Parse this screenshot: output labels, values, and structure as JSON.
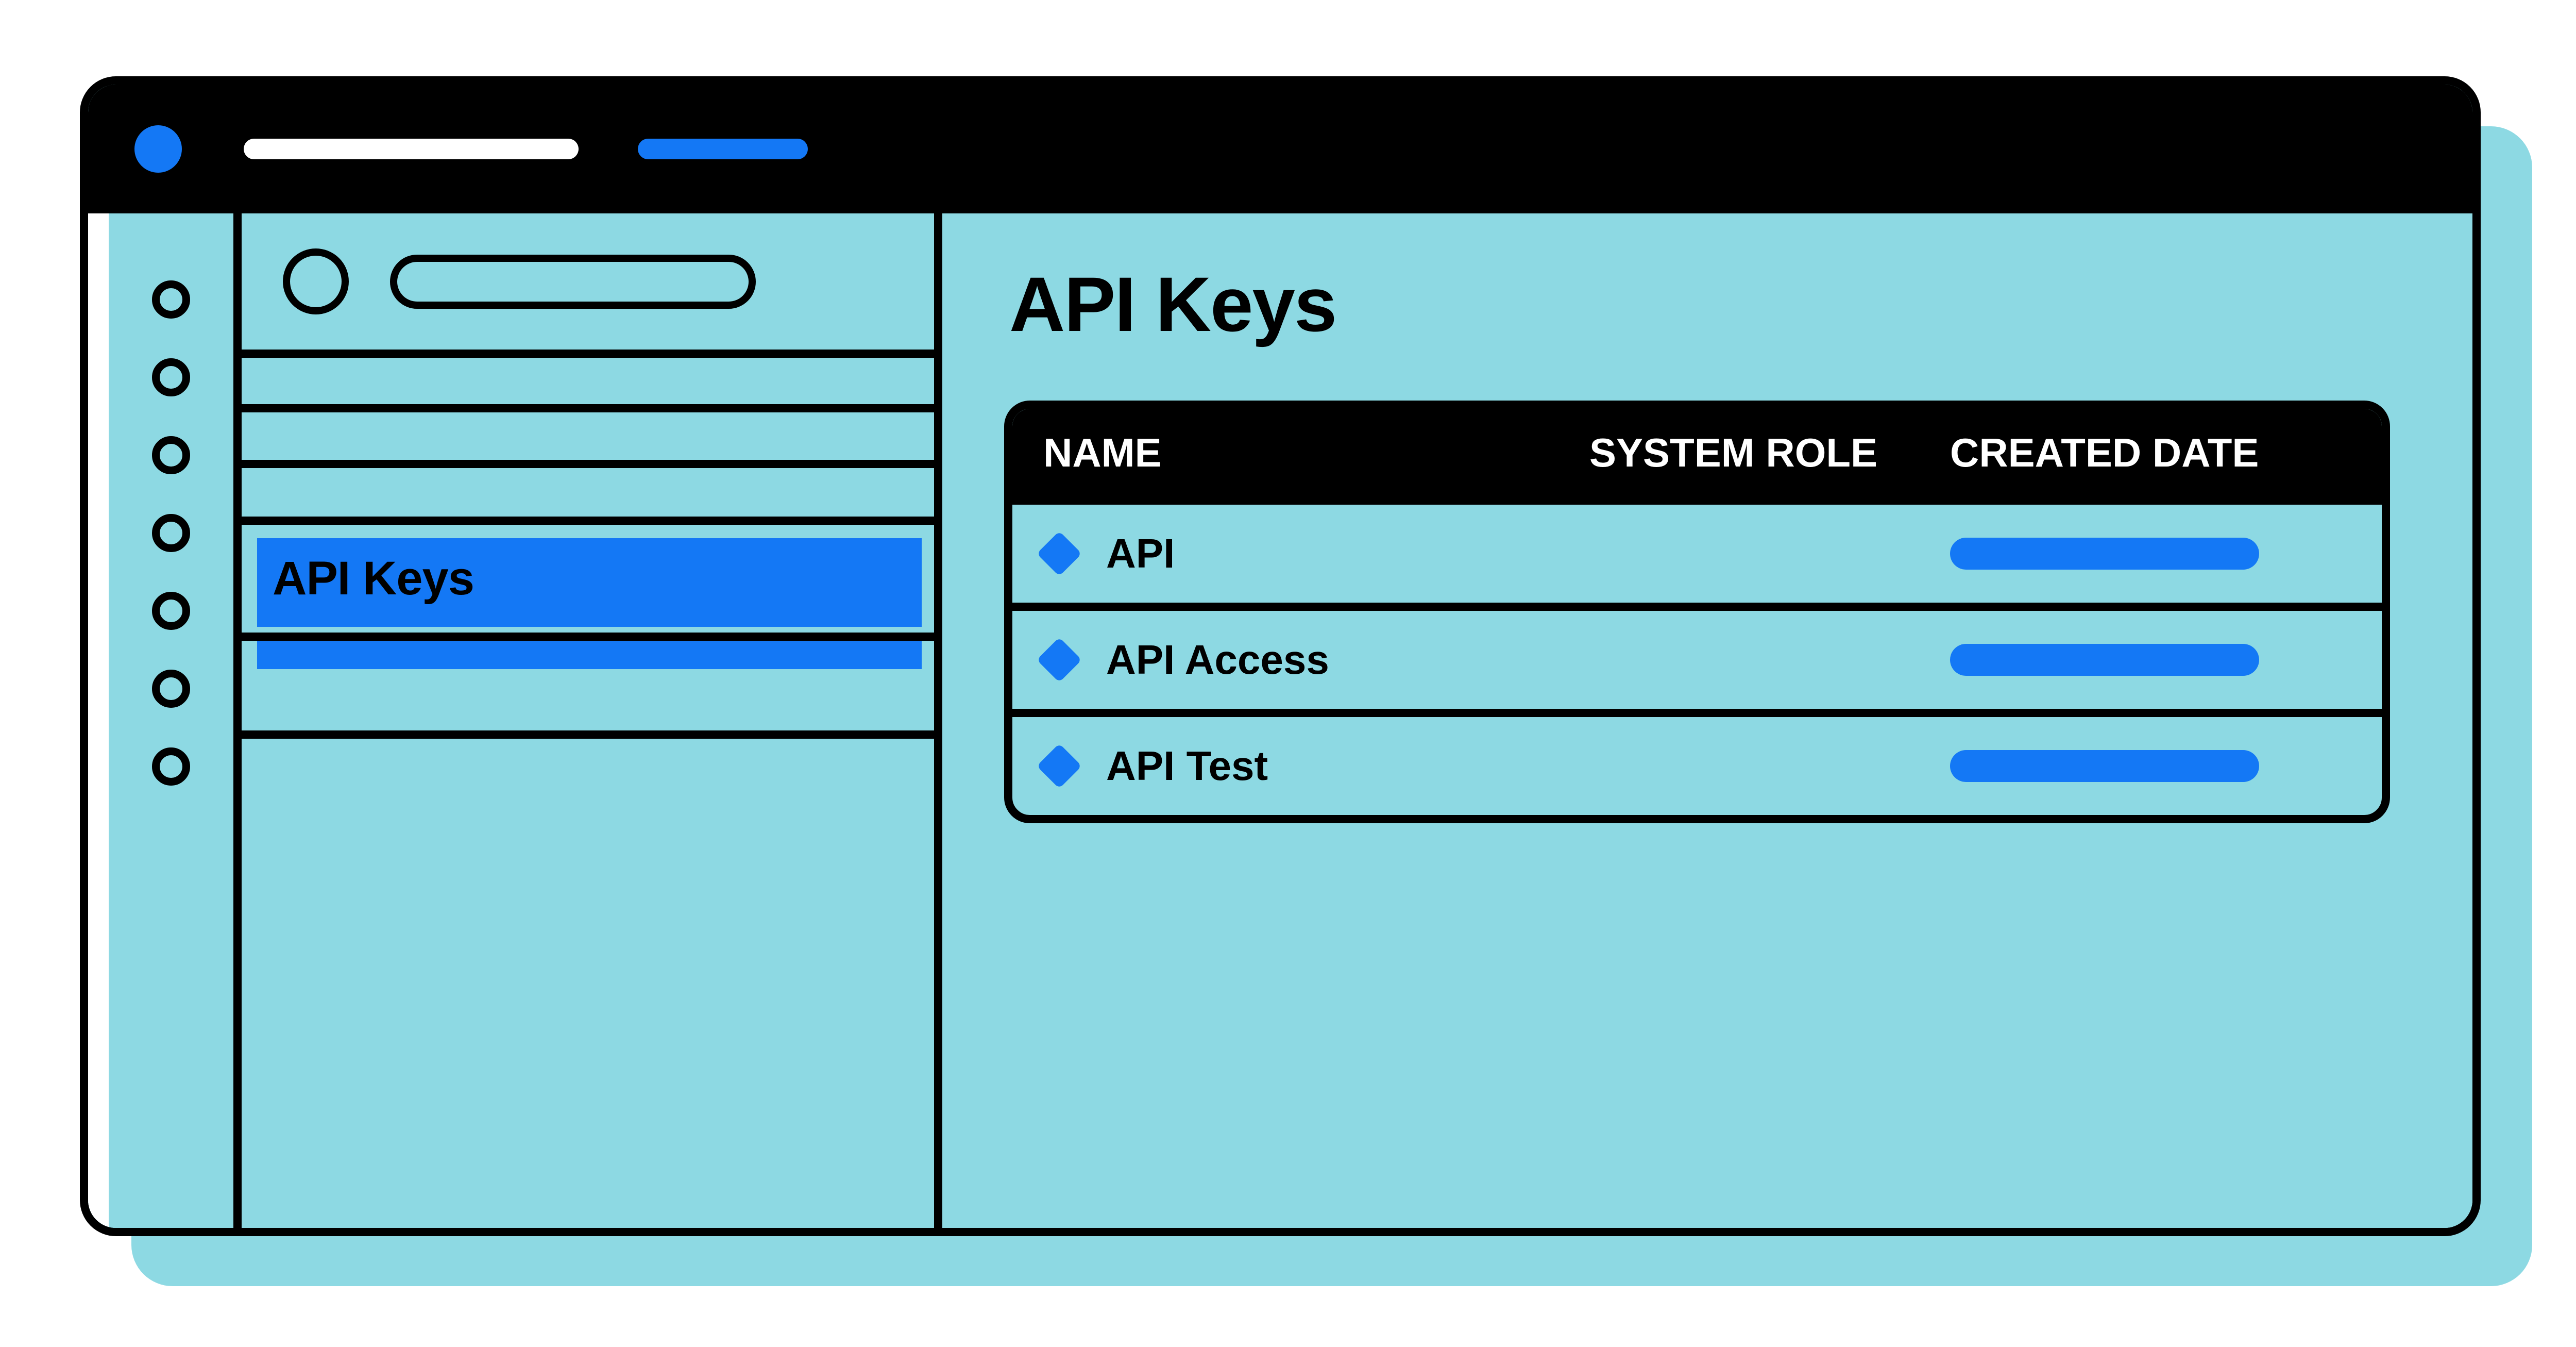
{
  "colors": {
    "background": "#FFFFFF",
    "surface_cyan": "#8DD9E3",
    "accent_blue": "#1478F5",
    "outline_black": "#000000",
    "header_text": "#FFFFFF"
  },
  "titlebar": {
    "logo_icon": "circle-logo-icon",
    "address_pill": "address-bar-placeholder",
    "action_pill": "primary-action-placeholder"
  },
  "icon_rail": {
    "items": [
      {
        "icon": "circle-nav-icon",
        "active": false
      },
      {
        "icon": "circle-nav-icon",
        "active": false
      },
      {
        "icon": "circle-nav-icon",
        "active": false
      },
      {
        "icon": "circle-nav-icon",
        "active": false
      },
      {
        "icon": "circle-nav-icon",
        "active": false
      },
      {
        "icon": "circle-nav-icon",
        "active": false
      },
      {
        "icon": "circle-nav-icon",
        "active": true
      }
    ]
  },
  "sidebar": {
    "header": {
      "avatar_icon": "user-avatar-icon",
      "search_field_value": "",
      "search_field_placeholder": ""
    },
    "items": [
      {
        "label": "",
        "active": false
      },
      {
        "label": "",
        "active": false
      },
      {
        "label": "",
        "active": false
      },
      {
        "label": "API Keys",
        "active": true
      },
      {
        "label": "",
        "active": false
      },
      {
        "label": "",
        "active": false
      }
    ]
  },
  "main": {
    "page_title": "API Keys",
    "table": {
      "columns": [
        "NAME",
        "SYSTEM ROLE",
        "CREATED DATE"
      ],
      "rows": [
        {
          "marker_icon": "diamond-icon",
          "name": "API",
          "system_role": "",
          "created_date": ""
        },
        {
          "marker_icon": "diamond-icon",
          "name": "API Access",
          "system_role": "",
          "created_date": ""
        },
        {
          "marker_icon": "diamond-icon",
          "name": "API Test",
          "system_role": "",
          "created_date": ""
        }
      ]
    }
  }
}
